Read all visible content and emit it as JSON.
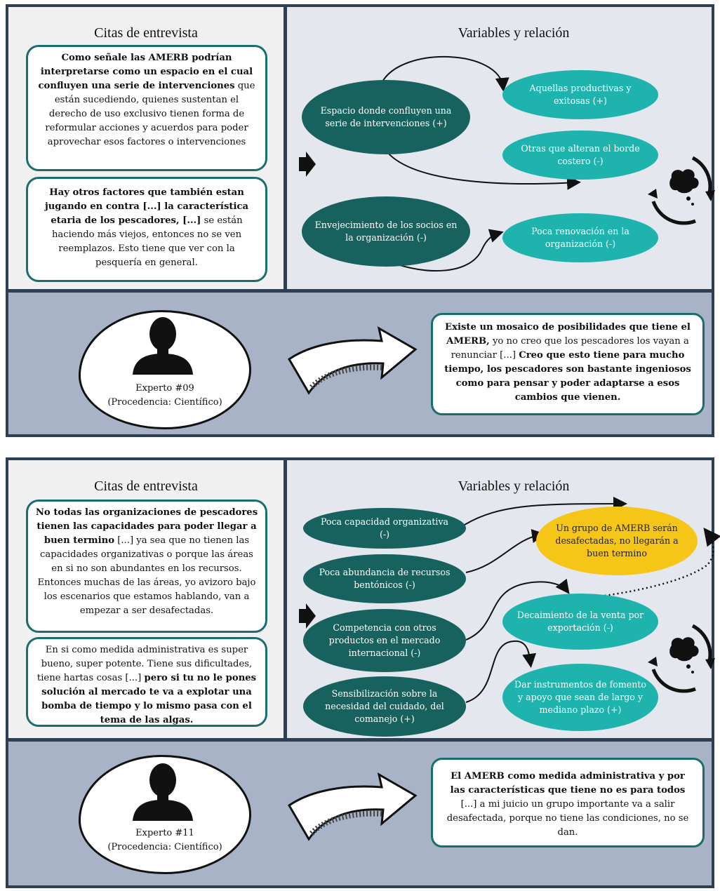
{
  "panel1": {
    "quotes_heading": "Citas de entrevista",
    "vars_heading": "Variables y relación",
    "quote1": [
      {
        "t": "Como señale las AMERB podrían interpretarse como un espacio en el cual confluyen una serie de intervenciones",
        "b": true
      },
      {
        "t": " que están sucediendo, quienes sustentan el derecho de uso exclusivo tienen forma de reformular acciones y acuerdos para poder aprovechar esos factores o intervenciones",
        "b": false
      }
    ],
    "quote2": [
      {
        "t": "Hay otros factores que también estan jugando en contra [...] la característica etaria de los pescadores, [...]",
        "b": true
      },
      {
        "t": " se están haciendo más viejos, entonces no se ven reemplazos. Esto tiene que ver con la pesquería en general.",
        "b": false
      }
    ],
    "var_espacio": "Espacio donde confluyen una serie de intervenciones (+)",
    "var_productivas": "Aquellas productivas y exitosas (+)",
    "var_alteran": "Otras que alteran el borde costero (-)",
    "var_envejecimiento": "Envejecimiento de los socios en la organización (-)",
    "var_renovacion": "Poca renovación en la organización (-)",
    "expert_name": "Experto #09",
    "expert_origin": "(Procedencia: Científico)",
    "expert_quote": [
      {
        "t": "Existe un mosaico de posibilidades que tiene el AMERB,",
        "b": true
      },
      {
        "t": " yo no creo que los pescadores los vayan a renunciar [...] ",
        "b": false
      },
      {
        "t": "Creo que esto tiene para mucho tiempo, los pescadores son bastante ingeniosos como para pensar y poder adaptarse a esos cambios que vienen.",
        "b": true
      }
    ]
  },
  "panel2": {
    "quotes_heading": "Citas de entrevista",
    "vars_heading": "Variables y relación",
    "quote1": [
      {
        "t": "No todas las organizaciones de pescadores tienen las capacidades para poder llegar a buen termino",
        "b": true
      },
      {
        "t": " [...] ya sea que no tienen las capacidades organizativas o porque las áreas en si no son abundantes en los recursos. Entonces muchas de las áreas, yo avizoro bajo los escenarios que estamos hablando, van a empezar a ser desafectadas.",
        "b": false
      }
    ],
    "quote2": [
      {
        "t": "En si como medida administrativa es super bueno, super potente. Tiene sus dificultades, tiene hartas cosas [...] ",
        "b": false
      },
      {
        "t": "pero si tu no le pones solución al mercado te va a explotar una bomba de tiempo y lo mismo pasa con el tema de las algas.",
        "b": true
      }
    ],
    "var_capacidad": "Poca capacidad organizativa (-)",
    "var_abundancia": "Poca abundancia de recursos bentónicos (-)",
    "var_competencia": "Competencia con otros productos en el mercado internacional (-)",
    "var_sensibilizacion": "Sensibilización sobre la necesidad del cuidado, del comanejo (+)",
    "var_grupo": "Un grupo de AMERB serán desafectadas, no llegarán a buen termino",
    "var_decaimiento": "Decaimiento de la venta por exportación (-)",
    "var_instrumentos": "Dar instrumentos de fomento y apoyo que sean de largo y mediano plazo (+)",
    "expert_name": "Experto #11",
    "expert_origin": "(Procedencia: Científico)",
    "expert_quote": [
      {
        "t": "El AMERB como medida administrativa y por las características que tiene no es para todos",
        "b": true
      },
      {
        "t": " [...] a mi juicio un grupo importante va a salir desafectada, porque no tiene las condiciones, no se dan.",
        "b": false
      }
    ]
  },
  "colors": {
    "dark_teal": "#17625e",
    "light_teal": "#1fb3ad",
    "yellow": "#f5c518",
    "navy": "#2f3f52",
    "bottom_band": "#a8b3c7"
  },
  "icons": [
    "person-silhouette-icon",
    "curved-arrow-icon",
    "thought-cycle-icon",
    "right-arrow-icon"
  ]
}
